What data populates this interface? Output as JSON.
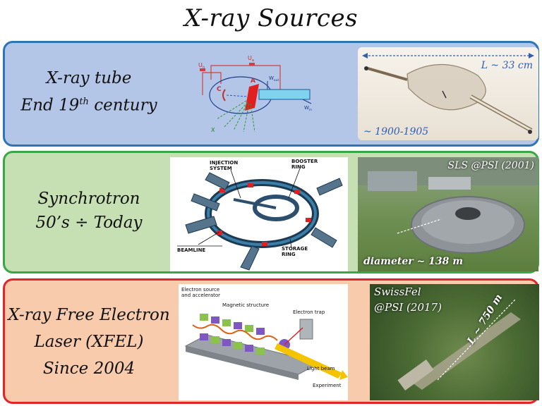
{
  "title": "X-ray Sources",
  "rows": [
    {
      "label_lines": [
        "X-ray tube",
        "End 19",
        "th",
        " century"
      ],
      "diagram": {
        "labels": {
          "u1": "U",
          "u1_sub": "h",
          "u2": "U",
          "u2_sub": "a",
          "cathode": "C",
          "anode": "A",
          "win": "W",
          "win_sub": "in",
          "wout": "W",
          "wout_sub": "out",
          "x": "X"
        }
      },
      "photo": {
        "length": "L ~ 33 cm",
        "date": "~ 1900-1905"
      }
    },
    {
      "label_lines": [
        "Synchrotron",
        "50’s ÷ Today"
      ],
      "diagram": {
        "labels": {
          "injection": "INJECTION",
          "system": "SYSTEM",
          "booster": "BOOSTER",
          "booster_ring": "RING",
          "beamline": "BEAMLINE",
          "storage": "STORAGE",
          "storage_ring": "RING"
        }
      },
      "photo": {
        "caption": "SLS @PSI (2001)",
        "diameter": "diameter ~ 138 m"
      }
    },
    {
      "label_lines": [
        "X-ray Free Electron",
        "Laser (XFEL)",
        "Since 2004"
      ],
      "diagram": {
        "labels": {
          "source1": "Electron source",
          "source2": "and accelerator",
          "magnetic": "Magnetic structure",
          "trap": "Electron trap",
          "light": "Light beam",
          "experiment": "Experiment"
        }
      },
      "photo": {
        "caption1": "SwissFel",
        "caption2": "@PSI (2017)",
        "length": "L ~ 750 m"
      }
    }
  ],
  "colors": {
    "row1_bg": "#b4c6e7",
    "row1_border": "#2e75b6",
    "row2_bg": "#c6e0b4",
    "row2_border": "#3aa647",
    "row3_bg": "#f8cbad",
    "row3_border": "#e0262b",
    "photo_annotation": "#2e5fb0"
  }
}
